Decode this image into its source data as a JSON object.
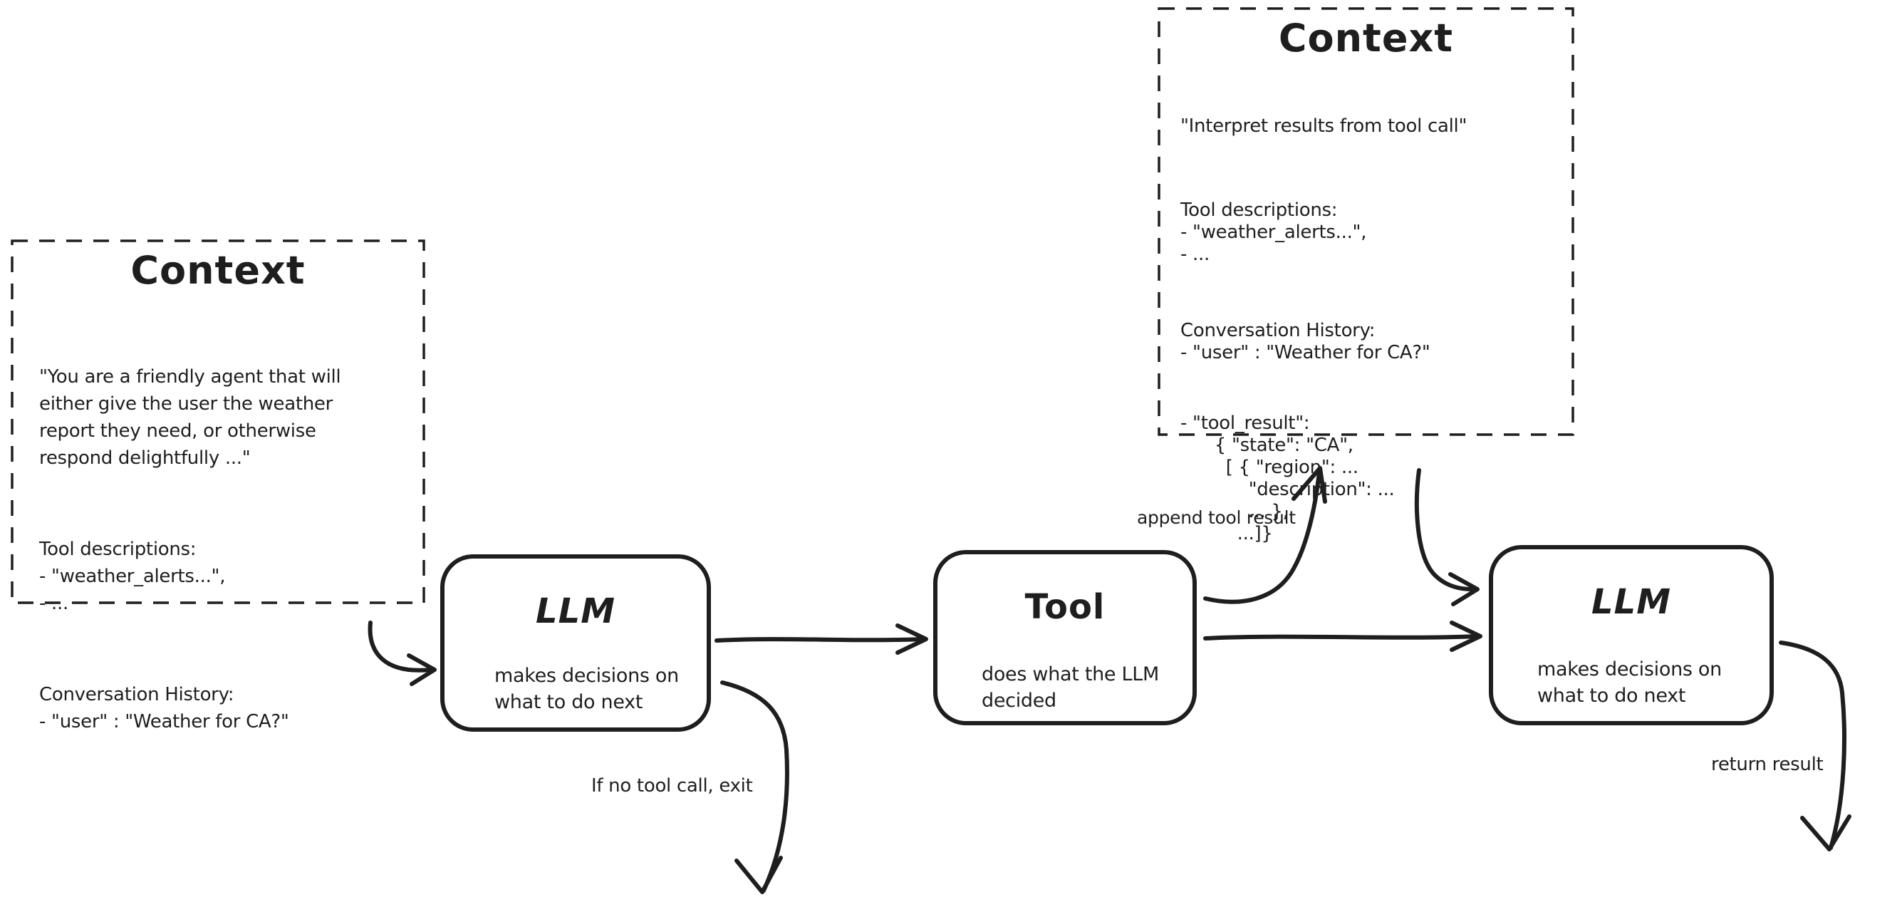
{
  "colors": {
    "ink": "#1e1e1e",
    "background": "#ffffff"
  },
  "context_left": {
    "title": "Context",
    "intro": "\"You are a friendly agent that will\neither give the user the weather\nreport they need, or otherwise\nrespond delightfully ...\"",
    "tools": "Tool descriptions:\n- \"weather_alerts...\",\n- ...",
    "history": "Conversation History:\n- \"user\" : \"Weather for CA?\""
  },
  "context_top": {
    "title": "Context",
    "intro": "\"Interpret results from tool call\"",
    "tools": "Tool descriptions:\n- \"weather_alerts...\",\n- ...",
    "history": "Conversation History:\n- \"user\" : \"Weather for CA?\"",
    "tool_result": "- \"tool_result\":\n      { \"state\": \"CA\",\n        [ { \"region\": ...\n            \"description\": ...\n            ... },\n          ...]}"
  },
  "nodes": {
    "llm1": {
      "title": "LLM",
      "subtitle": "makes decisions on\nwhat to do next"
    },
    "tool": {
      "title": "Tool",
      "subtitle": "does what the LLM\ndecided"
    },
    "llm2": {
      "title": "LLM",
      "subtitle": "makes decisions on\nwhat to do next"
    }
  },
  "edge_labels": {
    "append_tool_result": "append tool result",
    "if_no_tool_call_exit": "If no tool call, exit",
    "return_result": "return result"
  }
}
